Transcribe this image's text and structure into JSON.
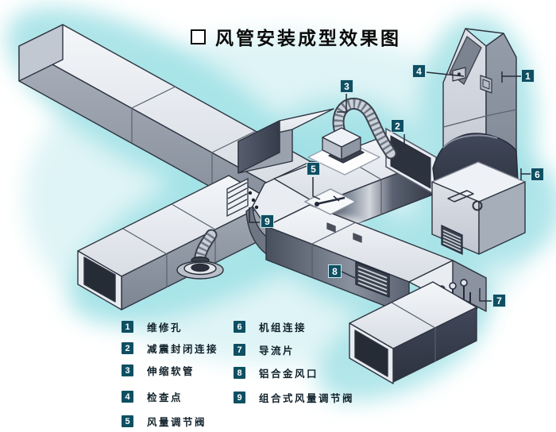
{
  "title": {
    "bullet": "",
    "text": "风管安装成型效果图"
  },
  "callouts": [
    "1",
    "2",
    "3",
    "4",
    "5",
    "6",
    "7",
    "8",
    "9"
  ],
  "legend": {
    "items": [
      {
        "num": "1",
        "label": "维修孔"
      },
      {
        "num": "2",
        "label": "减震封闭连接"
      },
      {
        "num": "3",
        "label": "伸缩软管"
      },
      {
        "num": "4",
        "label": "检查点"
      },
      {
        "num": "5",
        "label": "风量调节阀"
      },
      {
        "num": "6",
        "label": "机组连接"
      },
      {
        "num": "7",
        "label": "导流片"
      },
      {
        "num": "8",
        "label": "铝合金风口"
      },
      {
        "num": "9",
        "label": "组合式风量调节阀"
      }
    ]
  },
  "colors": {
    "label_box": "#0e4f62",
    "glow": "#9fe0e5",
    "duct_light": "#edf0f4",
    "duct_dark": "#2e3440"
  }
}
